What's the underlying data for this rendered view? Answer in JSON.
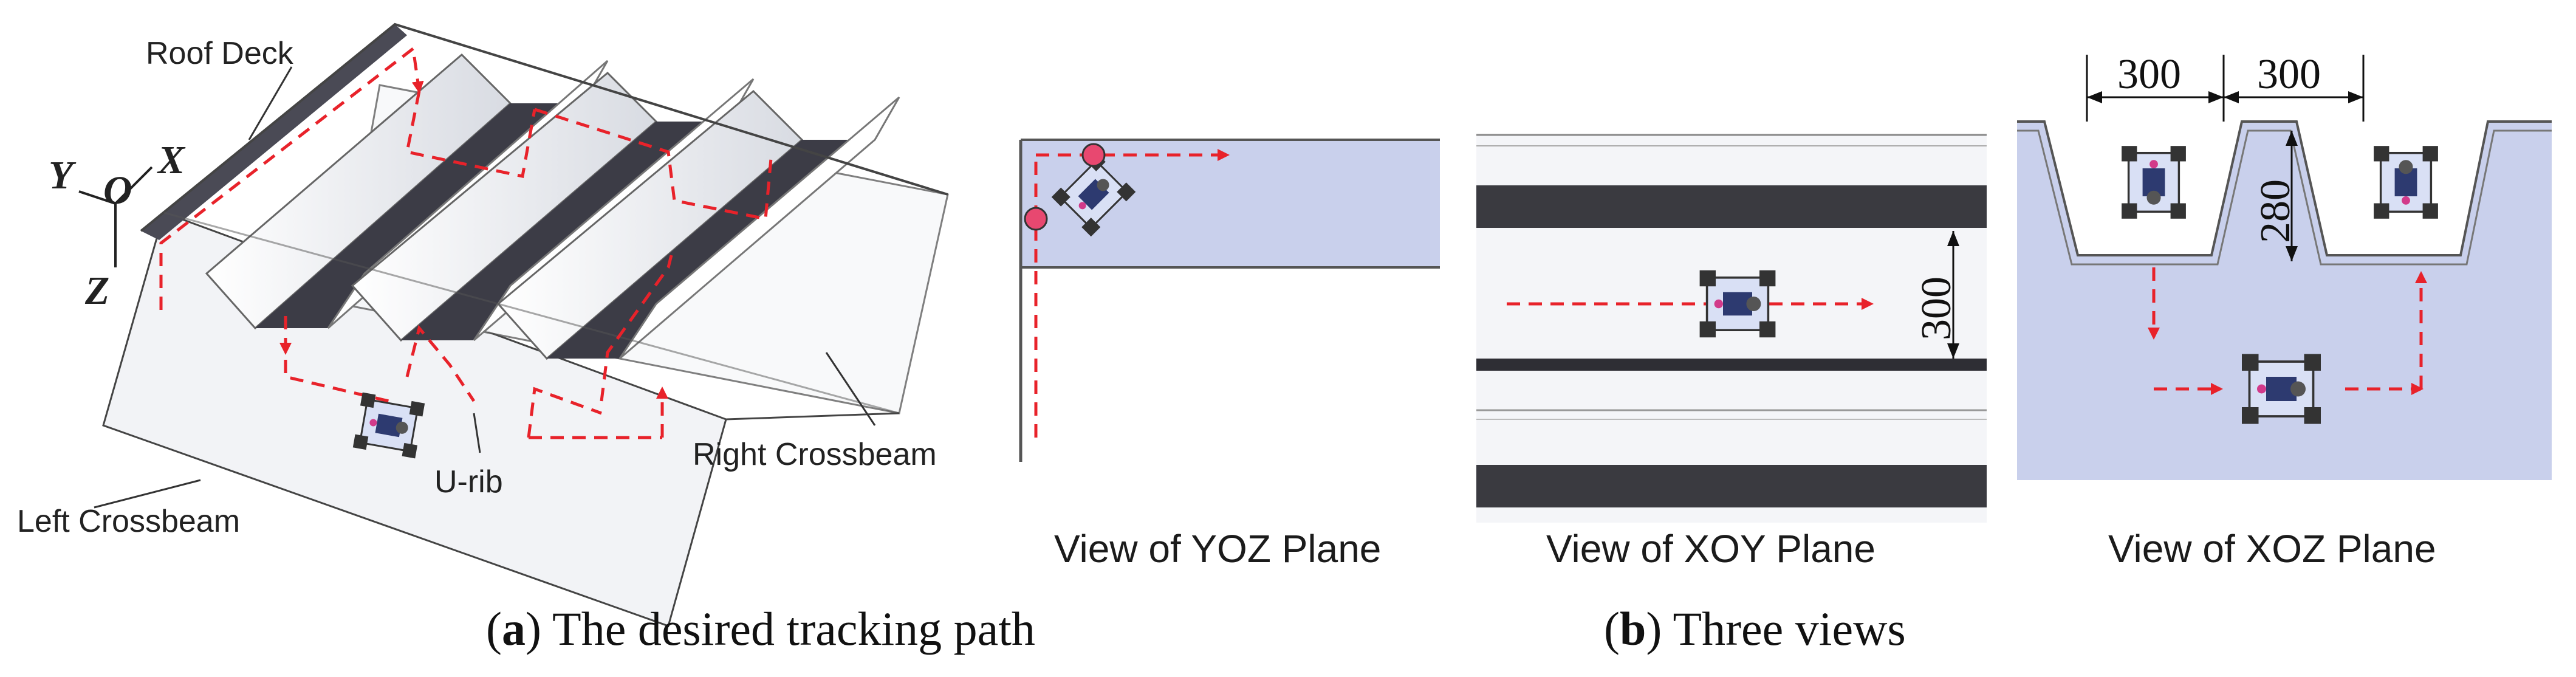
{
  "labels": {
    "roof_deck": "Roof Deck",
    "left_crossbeam": "Left Crossbeam",
    "right_crossbeam": "Right Crossbeam",
    "u_rib": "U-rib"
  },
  "axes": {
    "y": "Y",
    "o": "O",
    "x": "X",
    "z": "Z"
  },
  "views": {
    "yoz": "View of YOZ Plane",
    "xoy": "View of XOY Plane",
    "xoz": "View of XOZ Plane"
  },
  "dimensions": {
    "xoy_width": "300",
    "xoz_spacing_1": "300",
    "xoz_spacing_2": "300",
    "xoz_depth": "280"
  },
  "captions": {
    "a": {
      "letter": "a",
      "text": ") The desired tracking path"
    },
    "b": {
      "letter": "b",
      "text": ") Three views"
    }
  },
  "colors": {
    "path": "#e8222a",
    "deck_dark": "#4a4a55",
    "plane_fill": "#c9d0ec",
    "panel": "#f4f5f8"
  }
}
